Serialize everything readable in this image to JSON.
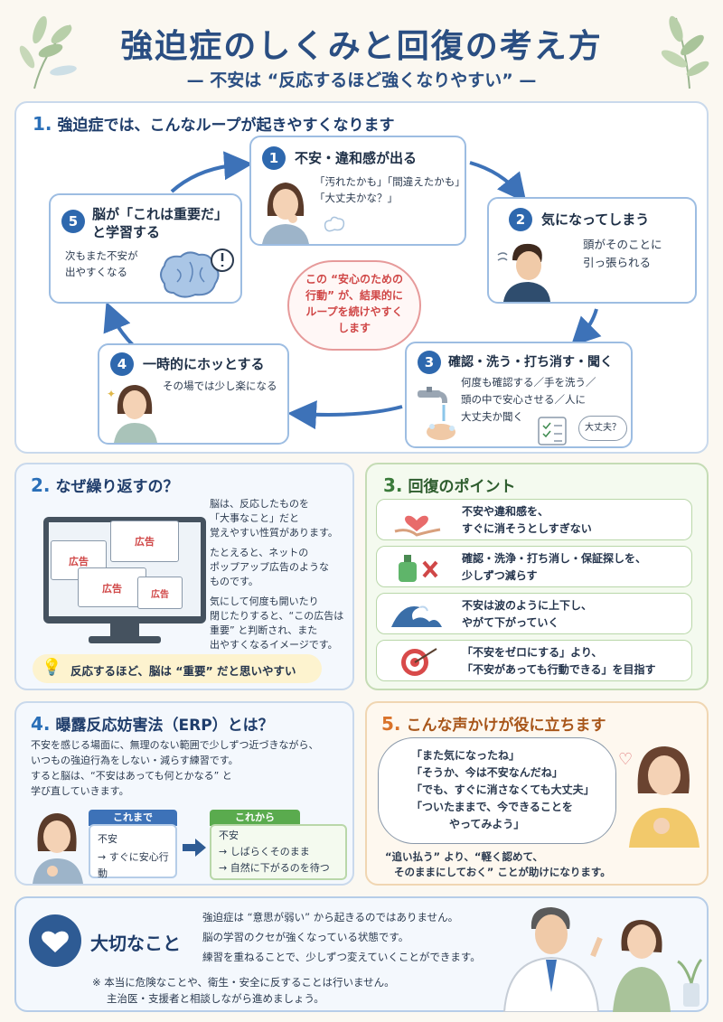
{
  "header": {
    "title": "強迫症のしくみと回復の考え方",
    "subtitle": "— 不安は “反応するほど強くなりやすい” —"
  },
  "section1": {
    "num": "1.",
    "title": "強迫症では、こんなループが起きやすくなります",
    "steps": [
      {
        "num": "1",
        "title": "不安・違和感が出る",
        "lines": [
          "「汚れたかも」「間違えたかも」",
          "「大丈夫かな？」"
        ]
      },
      {
        "num": "2",
        "title": "気になってしまう",
        "lines": [
          "頭がそのことに",
          "引っ張られる"
        ]
      },
      {
        "num": "3",
        "title": "確認・洗う・打ち消す・聞く",
        "lines": [
          "何度も確認する／手を洗う／",
          "頭の中で安心させる／人に",
          "大丈夫か聞く"
        ],
        "bubble": "大丈夫？"
      },
      {
        "num": "4",
        "title": "一時的にホッとする",
        "lines": [
          "その場では少し楽になる"
        ]
      },
      {
        "num": "5",
        "title_lines": [
          "脳が「これは重要だ」",
          "と学習する"
        ],
        "lines": [
          "次もまた不安が",
          "出やすくなる"
        ]
      }
    ],
    "center_note": [
      "この “安心のための",
      "行動” が、結果的に",
      "ループを続けやすく",
      "します"
    ]
  },
  "section2": {
    "num": "2.",
    "title": "なぜ繰り返すの？",
    "ad_label": "広告",
    "paragraphs": [
      [
        "脳は、反応したものを",
        "「大事なこと」だと",
        "覚えやすい性質があります。"
      ],
      [
        "たとえると、ネットの",
        "ポップアップ広告のような",
        "ものです。"
      ],
      [
        "気にして何度も開いたり",
        "閉じたりすると、“この広告は",
        "重要” と判断され、また",
        "出やすくなるイメージです。"
      ]
    ],
    "tip": "反応するほど、脳は “重要” だと思いやすい"
  },
  "section3": {
    "num": "3.",
    "title": "回復のポイント",
    "points": [
      {
        "icon": "heart-hand-icon",
        "lines": [
          "不安や違和感を、",
          "すぐに消そうとしすぎない"
        ]
      },
      {
        "icon": "soap-cross-icon",
        "lines": [
          "確認・洗浄・打ち消し・保証探しを、",
          "少しずつ減らす"
        ]
      },
      {
        "icon": "wave-icon",
        "lines": [
          "不安は波のように上下し、",
          "やがて下がっていく"
        ]
      },
      {
        "icon": "target-icon",
        "lines": [
          "「不安をゼロにする」より、",
          "「不安があっても行動できる」を目指す"
        ]
      }
    ]
  },
  "section4": {
    "num": "4.",
    "title": "曝露反応妨害法（ERP）とは？",
    "lines": [
      "不安を感じる場面に、無理のない範囲で少しずつ近づきながら、",
      "いつもの強迫行為をしない・減らす練習です。",
      "すると脳は、“不安はあっても何とかなる” と",
      "学び直していきます。"
    ],
    "before": {
      "label": "これまで",
      "lines": [
        "不安",
        "→ すぐに安心行動"
      ]
    },
    "after": {
      "label": "これから",
      "lines": [
        "不安",
        "→ しばらくそのまま",
        "→ 自然に下がるのを待つ"
      ]
    }
  },
  "section5": {
    "num": "5.",
    "title": "こんな声かけが役に立ちます",
    "bubble": [
      "「また気になったね」",
      "「そうか、今は不安なんだね」",
      "「でも、すぐに消さなくても大丈夫」",
      "「ついたままで、今できることを",
      "やってみよう」"
    ],
    "note": [
      "“追い払う” より、“軽く認めて、",
      "そのままにしておく” ことが助けになります。"
    ]
  },
  "important": {
    "title": "大切なこと",
    "lines": [
      "強迫症は “意思が弱い” から起きるのではありません。",
      "脳の学習のクセが強くなっている状態です。",
      "練習を重ねることで、少しずつ変えていくことができます。"
    ],
    "caution": [
      "※ 本当に危険なことや、衛生・安全に反することは行いません。",
      "主治医・支援者と相談しながら進めましょう。"
    ]
  },
  "colors": {
    "accent": "#2a4e82",
    "loop_arrow": "#3d72b8",
    "warn": "#d04747",
    "green": "#3a7a3a",
    "orange": "#d9732a"
  }
}
